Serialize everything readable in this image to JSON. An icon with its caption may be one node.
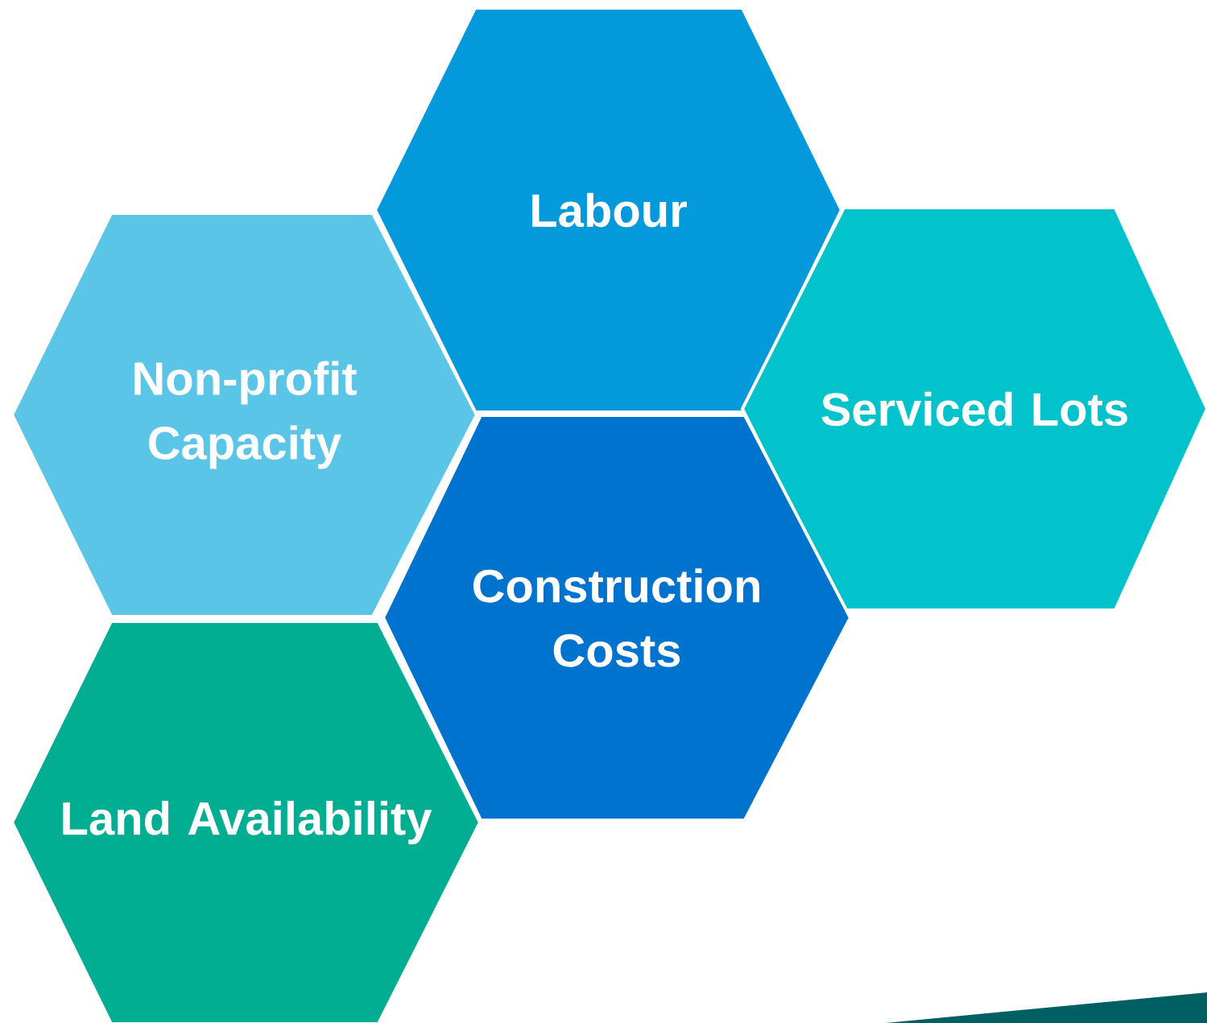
{
  "diagram": {
    "nodes": [
      {
        "text": [
          "Labour"
        ]
      },
      {
        "text": [
          "Non-profit Capacity"
        ]
      },
      {
        "text": [
          "Serviced Lots"
        ]
      },
      {
        "text": [
          "Construction Costs"
        ]
      },
      {
        "text": [
          "Land Availability"
        ]
      }
    ]
  }
}
